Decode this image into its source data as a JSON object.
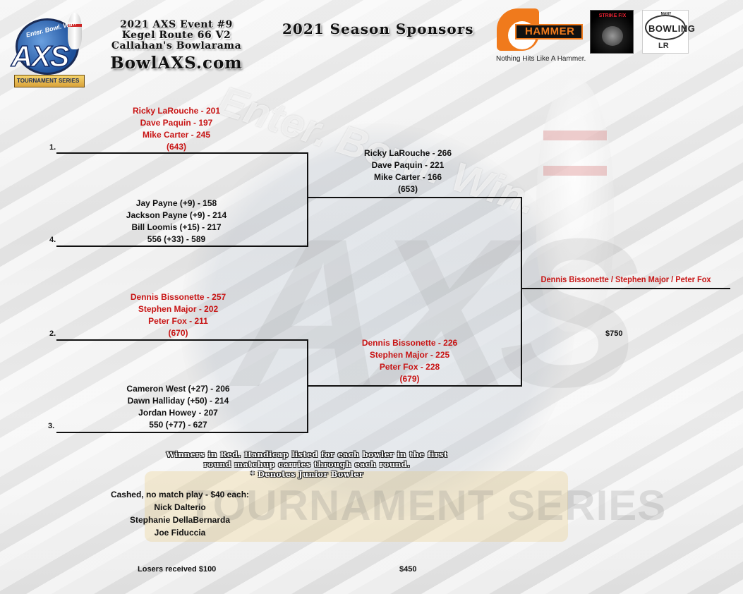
{
  "header": {
    "logo": {
      "arc_text": "Enter. Bowl. Win.",
      "letters": "AXS",
      "banner": "TOURNAMENT SERIES"
    },
    "event_lines": [
      "2021 AXS Event #9",
      "Kegel Route 66 V2",
      "Callahan's Bowlarama"
    ],
    "site": "BowlAXS.com",
    "sponsors_title": "2021 Season Sponsors",
    "hammer": {
      "word": "HAMMER",
      "tagline": "Nothing Hits Like A Hammer."
    },
    "strike": {
      "word": "STRIKE F/X"
    },
    "many": {
      "small": "MANY",
      "word": "BOWLING",
      "mark": "LR"
    }
  },
  "bracket": {
    "seeds": [
      "1.",
      "4.",
      "2.",
      "3."
    ],
    "round1": [
      {
        "seed": "1.",
        "lines": [
          "Ricky LaRouche - 201",
          "Dave Paquin - 197",
          "Mike Carter - 245",
          "(643)"
        ],
        "winner": true
      },
      {
        "seed": "4.",
        "lines": [
          "Jay Payne  (+9) - 158",
          "Jackson Payne (+9) - 214",
          "Bill Loomis (+15) - 217",
          "556 (+33) - 589"
        ],
        "winner": false
      },
      {
        "seed": "2.",
        "lines": [
          "Dennis Bissonette - 257",
          "Stephen Major - 202",
          "Peter Fox - 211",
          "(670)"
        ],
        "winner": true
      },
      {
        "seed": "3.",
        "lines": [
          "Cameron West (+27) - 206",
          "Dawn Halliday (+50) - 214",
          "Jordan Howey - 207",
          "550 (+77) - 627"
        ],
        "winner": false
      }
    ],
    "round2": [
      {
        "lines": [
          "Ricky LaRouche - 266",
          "Dave Paquin - 221",
          "Mike Carter - 166",
          "(653)"
        ],
        "winner": false
      },
      {
        "lines": [
          "Dennis Bissonette - 226",
          "Stephen Major - 225",
          "Peter Fox - 228",
          "(679)"
        ],
        "winner": true
      }
    ],
    "champion": "Dennis Bissonette / Stephen Major / Peter Fox",
    "prizes": {
      "champion": "$750",
      "runner_up": "$450",
      "losers": "Losers received $100"
    }
  },
  "notes": [
    "Winners in Red.  Handicap listed for each bowler in the first",
    "round matchup carries through each round.",
    "* Denotes Junior Bowler"
  ],
  "cashed": {
    "title": "Cashed, no match play - $40 each:",
    "names": [
      "Nick Dalterio",
      "Stephanie DellaBernarda",
      "Joe Fiduccia"
    ]
  },
  "watermark": {
    "top": "Enter. Bowl. Win.",
    "letters": "AXS",
    "banner": "TOURNAMENT SERIES"
  },
  "colors": {
    "winner": "#c81414",
    "text": "#111111",
    "hammer_orange": "#f07a1c"
  }
}
